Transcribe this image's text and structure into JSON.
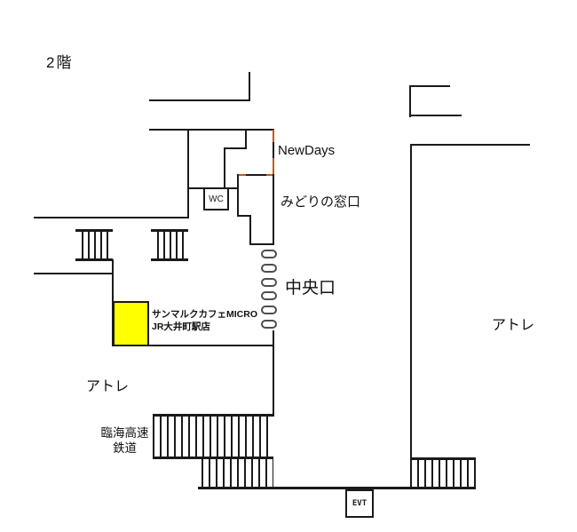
{
  "floor": {
    "label": "2階"
  },
  "labels": {
    "newdays": "NewDays",
    "midori_no_madoguchi": "みどりの窓口",
    "chuo_exit": "中央口",
    "wc": "WC",
    "saint_marc_line1": "サンマルクカフェMICRO",
    "saint_marc_line2": "JR大井町駅店",
    "atre_left": "アトレ",
    "atre_right": "アトレ",
    "rinkai_line1": "臨海高速",
    "rinkai_line2": "鉄道",
    "elevator": "EVT"
  },
  "gates": {
    "exit_name": "中央口",
    "count": 6
  },
  "colors": {
    "wall": "#1a1a1a",
    "accent_orange": "#c55a11",
    "highlight_yellow": "#ffff00",
    "gate_outline": "#4d4d4d"
  }
}
